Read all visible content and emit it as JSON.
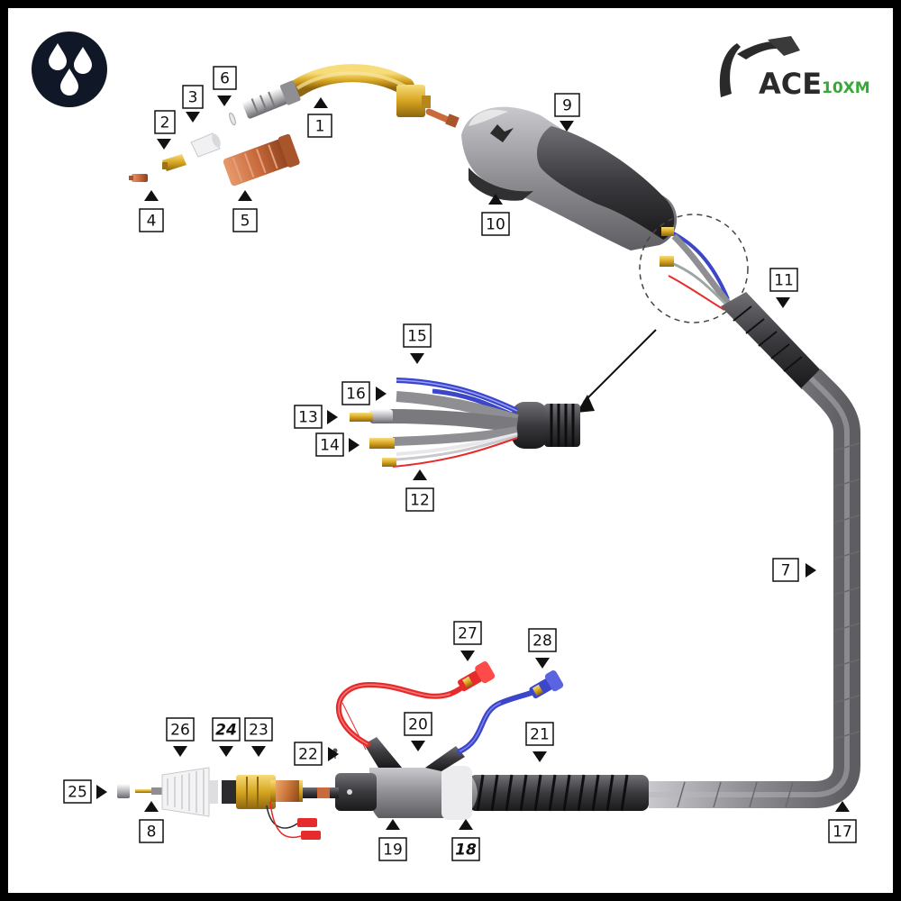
{
  "logo": {
    "brand": "ACE",
    "model": "10XM"
  },
  "icon": "water-drops-icon",
  "colors": {
    "background": "#ffffff",
    "frame": "#000000",
    "label_border": "#111111",
    "brass": "#d6a521",
    "copper": "#c86a3c",
    "hose_grey": "#8e8e93",
    "handle_light": "#d9d9dc",
    "handle_dark": "#2b2b2e",
    "water_red": "#e52b2b",
    "water_blue": "#3c46c8",
    "logo_green": "#38a838"
  },
  "parts": [
    {
      "id": "1",
      "label": "1",
      "style": "normal"
    },
    {
      "id": "2",
      "label": "2",
      "style": "normal"
    },
    {
      "id": "3",
      "label": "3",
      "style": "normal"
    },
    {
      "id": "4",
      "label": "4",
      "style": "normal"
    },
    {
      "id": "5",
      "label": "5",
      "style": "normal"
    },
    {
      "id": "6",
      "label": "6",
      "style": "normal"
    },
    {
      "id": "7",
      "label": "7",
      "style": "normal"
    },
    {
      "id": "8",
      "label": "8",
      "style": "normal"
    },
    {
      "id": "9",
      "label": "9",
      "style": "normal"
    },
    {
      "id": "10",
      "label": "10",
      "style": "normal"
    },
    {
      "id": "11",
      "label": "11",
      "style": "normal"
    },
    {
      "id": "12",
      "label": "12",
      "style": "normal"
    },
    {
      "id": "13",
      "label": "13",
      "style": "normal"
    },
    {
      "id": "14",
      "label": "14",
      "style": "normal"
    },
    {
      "id": "15",
      "label": "15",
      "style": "normal"
    },
    {
      "id": "16",
      "label": "16",
      "style": "normal"
    },
    {
      "id": "17",
      "label": "17",
      "style": "normal"
    },
    {
      "id": "18",
      "label": "18",
      "style": "italic"
    },
    {
      "id": "19",
      "label": "19",
      "style": "normal"
    },
    {
      "id": "20",
      "label": "20",
      "style": "normal"
    },
    {
      "id": "21",
      "label": "21",
      "style": "normal"
    },
    {
      "id": "22",
      "label": "22",
      "style": "normal"
    },
    {
      "id": "23",
      "label": "23",
      "style": "normal"
    },
    {
      "id": "24",
      "label": "24",
      "style": "italic"
    },
    {
      "id": "25",
      "label": "25",
      "style": "normal"
    },
    {
      "id": "26",
      "label": "26",
      "style": "normal"
    },
    {
      "id": "27",
      "label": "27",
      "style": "normal"
    },
    {
      "id": "28",
      "label": "28",
      "style": "normal"
    }
  ]
}
